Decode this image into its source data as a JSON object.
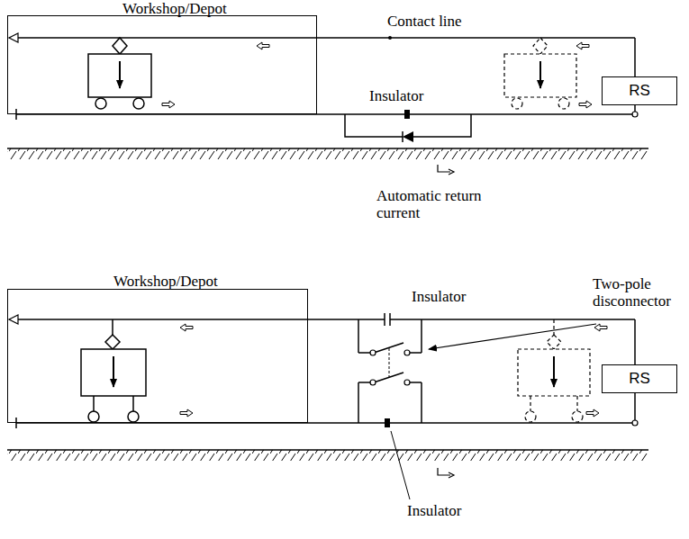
{
  "diagram": {
    "nodes": [
      {
        "text": [
          "Workshop/Depot"
        ]
      },
      {
        "text": [
          "RS"
        ]
      },
      {
        "text": [
          "Workshop/Depot"
        ]
      },
      {
        "text": [
          "RS"
        ]
      }
    ],
    "labels": [
      "Contact line",
      "Insulator",
      "Automatic return current",
      "Insulator",
      "Two-pole disconnector",
      "Insulator"
    ]
  }
}
